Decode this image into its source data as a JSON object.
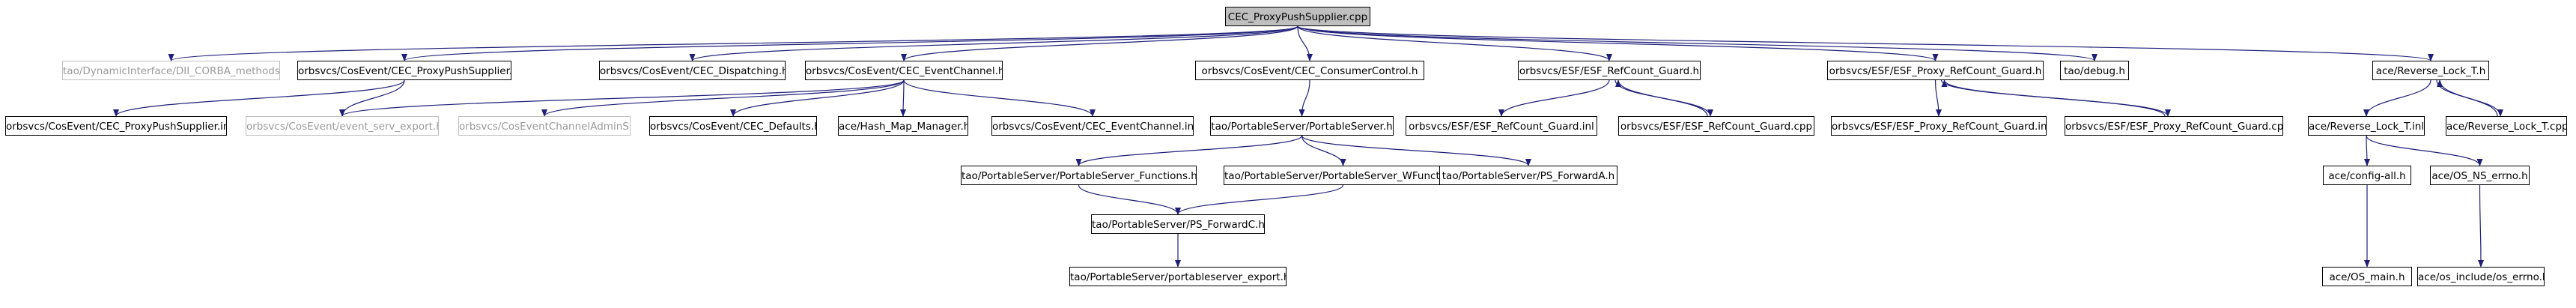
{
  "diagram": {
    "type": "include-dependency-graph",
    "edge_color": "#1f1f7a",
    "nodes": [
      {
        "id": "root",
        "label": "CEC_ProxyPushSupplier.cpp",
        "style": "root"
      },
      {
        "id": "dii",
        "label": "tao/DynamicInterface/DII_CORBA_methods.h",
        "style": "grey"
      },
      {
        "id": "pps_h",
        "label": "orbsvcs/CosEvent/CEC_ProxyPushSupplier.h",
        "style": "normal"
      },
      {
        "id": "disp",
        "label": "orbsvcs/CosEvent/CEC_Dispatching.h",
        "style": "normal"
      },
      {
        "id": "evch",
        "label": "orbsvcs/CosEvent/CEC_EventChannel.h",
        "style": "normal"
      },
      {
        "id": "cctl",
        "label": "orbsvcs/CosEvent/CEC_ConsumerControl.h",
        "style": "normal"
      },
      {
        "id": "rcg_h",
        "label": "orbsvcs/ESF/ESF_RefCount_Guard.h",
        "style": "normal"
      },
      {
        "id": "prcg_h",
        "label": "orbsvcs/ESF/ESF_Proxy_RefCount_Guard.h",
        "style": "normal"
      },
      {
        "id": "dbg",
        "label": "tao/debug.h",
        "style": "normal"
      },
      {
        "id": "rlt_h",
        "label": "ace/Reverse_Lock_T.h",
        "style": "normal"
      },
      {
        "id": "pps_inl",
        "label": "orbsvcs/CosEvent/CEC_ProxyPushSupplier.inl",
        "style": "normal"
      },
      {
        "id": "esexp",
        "label": "orbsvcs/CosEvent/event_serv_export.h",
        "style": "grey"
      },
      {
        "id": "ecas",
        "label": "orbsvcs/CosEventChannelAdminS.h",
        "style": "grey"
      },
      {
        "id": "defs",
        "label": "orbsvcs/CosEvent/CEC_Defaults.h",
        "style": "normal"
      },
      {
        "id": "hmm",
        "label": "ace/Hash_Map_Manager.h",
        "style": "normal"
      },
      {
        "id": "evch_inl",
        "label": "orbsvcs/CosEvent/CEC_EventChannel.inl",
        "style": "normal"
      },
      {
        "id": "ps_h",
        "label": "tao/PortableServer/PortableServer.h",
        "style": "normal"
      },
      {
        "id": "rcg_inl",
        "label": "orbsvcs/ESF/ESF_RefCount_Guard.inl",
        "style": "normal"
      },
      {
        "id": "rcg_cpp",
        "label": "orbsvcs/ESF/ESF_RefCount_Guard.cpp",
        "style": "normal"
      },
      {
        "id": "prcg_inl",
        "label": "orbsvcs/ESF/ESF_Proxy_RefCount_Guard.inl",
        "style": "normal"
      },
      {
        "id": "prcg_cpp",
        "label": "orbsvcs/ESF/ESF_Proxy_RefCount_Guard.cpp",
        "style": "normal"
      },
      {
        "id": "rlt_inl",
        "label": "ace/Reverse_Lock_T.inl",
        "style": "normal"
      },
      {
        "id": "rlt_cpp",
        "label": "ace/Reverse_Lock_T.cpp",
        "style": "normal"
      },
      {
        "id": "psfun",
        "label": "tao/PortableServer/PortableServer_Functions.h",
        "style": "normal"
      },
      {
        "id": "pswfun",
        "label": "tao/PortableServer/PortableServer_WFunctions.h",
        "style": "normal"
      },
      {
        "id": "psfa",
        "label": "tao/PortableServer/PS_ForwardA.h",
        "style": "normal"
      },
      {
        "id": "cfgall",
        "label": "ace/config-all.h",
        "style": "normal"
      },
      {
        "id": "osns",
        "label": "ace/OS_NS_errno.h",
        "style": "normal"
      },
      {
        "id": "psfc",
        "label": "tao/PortableServer/PS_ForwardC.h",
        "style": "normal"
      },
      {
        "id": "osmain",
        "label": "ace/OS_main.h",
        "style": "normal"
      },
      {
        "id": "oserr",
        "label": "ace/os_include/os_errno.h",
        "style": "normal"
      },
      {
        "id": "psexp",
        "label": "tao/PortableServer/portableserver_export.h",
        "style": "normal"
      }
    ],
    "edges": [
      [
        "root",
        "dii"
      ],
      [
        "root",
        "pps_h"
      ],
      [
        "root",
        "disp"
      ],
      [
        "root",
        "evch"
      ],
      [
        "root",
        "cctl"
      ],
      [
        "root",
        "rcg_h"
      ],
      [
        "root",
        "prcg_h"
      ],
      [
        "root",
        "dbg"
      ],
      [
        "root",
        "rlt_h"
      ],
      [
        "pps_h",
        "pps_inl"
      ],
      [
        "pps_h",
        "esexp"
      ],
      [
        "evch",
        "esexp"
      ],
      [
        "evch",
        "ecas"
      ],
      [
        "evch",
        "defs"
      ],
      [
        "evch",
        "hmm"
      ],
      [
        "evch",
        "evch_inl"
      ],
      [
        "cctl",
        "ps_h"
      ],
      [
        "rcg_h",
        "rcg_inl"
      ],
      [
        "rcg_h",
        "rcg_cpp"
      ],
      [
        "rcg_cpp",
        "rcg_h"
      ],
      [
        "prcg_h",
        "prcg_inl"
      ],
      [
        "prcg_h",
        "prcg_cpp"
      ],
      [
        "prcg_cpp",
        "prcg_h"
      ],
      [
        "rlt_h",
        "rlt_inl"
      ],
      [
        "rlt_h",
        "rlt_cpp"
      ],
      [
        "rlt_cpp",
        "rlt_h"
      ],
      [
        "ps_h",
        "psfun"
      ],
      [
        "ps_h",
        "pswfun"
      ],
      [
        "ps_h",
        "psfa"
      ],
      [
        "rlt_inl",
        "cfgall"
      ],
      [
        "rlt_inl",
        "osns"
      ],
      [
        "psfun",
        "psfc"
      ],
      [
        "pswfun",
        "psfc"
      ],
      [
        "cfgall",
        "osmain"
      ],
      [
        "osns",
        "oserr"
      ],
      [
        "psfc",
        "psexp"
      ]
    ]
  }
}
